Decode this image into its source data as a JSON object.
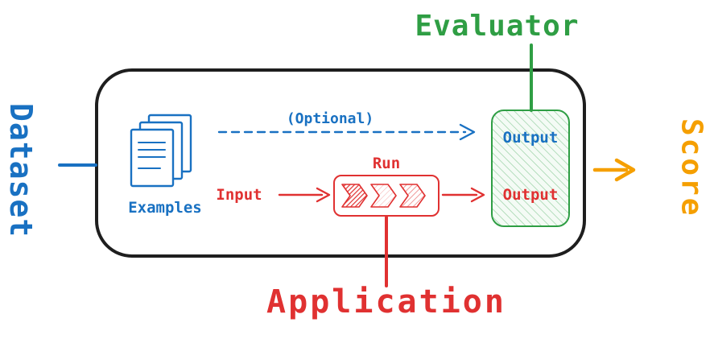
{
  "colors": {
    "blue": "#1971c2",
    "green": "#2f9e44",
    "red": "#e03131",
    "orange": "#f59f00",
    "ink": "#1e1e1e"
  },
  "diagram": {
    "dataset_label": "Dataset",
    "evaluator_label": "Evaluator",
    "score_label": "Score",
    "application_label": "Application",
    "examples_label": "Examples",
    "optional_label": "(Optional)",
    "input_label": "Input",
    "run_label": "Run",
    "evaluator_outputs": {
      "reference": "Output",
      "run": "Output"
    }
  }
}
